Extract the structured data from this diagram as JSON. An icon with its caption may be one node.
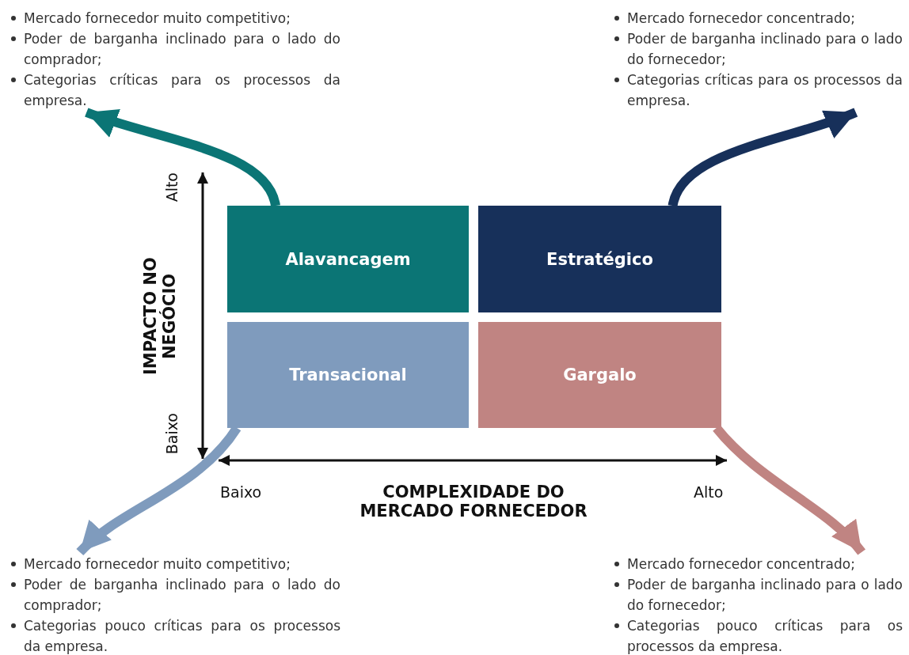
{
  "diagram": {
    "nodes": [
      {
        "text": [
          "Mercado fornecedor muito competitivo;",
          "Poder de barganha inclinado para o lado do comprador;",
          "Categorias críticas para os processos da empresa."
        ]
      },
      {
        "text": [
          "Mercado fornecedor concentrado;",
          "Poder de barganha inclinado para o lado do fornecedor;",
          "Categorias críticas para os processos da empresa."
        ]
      },
      {
        "text": [
          "Alavancagem"
        ]
      },
      {
        "text": [
          "Estratégico"
        ]
      },
      {
        "text": [
          "Transacional"
        ]
      },
      {
        "text": [
          "Gargalo"
        ]
      },
      {
        "text": [
          "Mercado fornecedor muito competitivo;",
          "Poder de barganha inclinado para o lado do comprador;",
          "Categorias pouco críticas para os processos da empresa."
        ]
      },
      {
        "text": [
          "Mercado fornecedor concentrado;",
          "Poder de barganha inclinado para o lado do fornecedor;",
          "Categorias pouco críticas para os processos da empresa."
        ]
      }
    ],
    "edges": [
      {
        "from": 2,
        "to": 0,
        "arrow": "to",
        "color": "#0b7575"
      },
      {
        "from": 3,
        "to": 1,
        "arrow": "to",
        "color": "#17305a"
      },
      {
        "from": 4,
        "to": 6,
        "arrow": "to",
        "color": "#7f9bbd"
      },
      {
        "from": 5,
        "to": 7,
        "arrow": "to",
        "color": "#c08482"
      }
    ],
    "labels": [
      "Alto",
      "IMPACTO NO NEGÓCIO",
      "Baixo",
      "Baixo",
      "COMPLEXIDADE DO MERCADO FORNECEDOR",
      "Alto"
    ]
  }
}
